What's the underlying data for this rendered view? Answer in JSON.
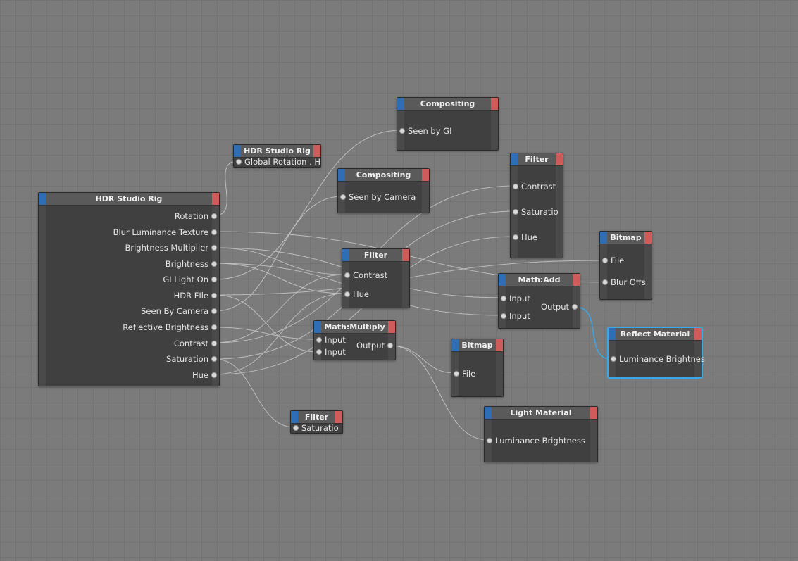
{
  "nodes": {
    "hdr_main": {
      "title": "HDR Studio Rig",
      "outputs": [
        "Rotation",
        "Blur Luminance Texture",
        "Brightness Multiplier",
        "Brightness",
        "GI Light On",
        "HDR FIle",
        "Seen By Camera",
        "Reflective Brightness",
        "Contrast",
        "Saturation",
        "Hue"
      ]
    },
    "hdr_small": {
      "title": "HDR Studio Rig",
      "inputs": [
        "Global Rotation . H"
      ]
    },
    "compositing_gi": {
      "title": "Compositing",
      "inputs": [
        "Seen by GI"
      ]
    },
    "compositing_cam": {
      "title": "Compositing",
      "inputs": [
        "Seen by Camera"
      ]
    },
    "filter_top": {
      "title": "Filter",
      "inputs": [
        "Contrast",
        "Saturatio",
        "Hue"
      ]
    },
    "filter_mid": {
      "title": "Filter",
      "inputs": [
        "Contrast",
        "Hue"
      ]
    },
    "bitmap_top": {
      "title": "Bitmap",
      "inputs": [
        "File",
        "Blur Offs"
      ]
    },
    "math_add": {
      "title": "Math:Add",
      "inputs": [
        "Input",
        "Input"
      ],
      "outputs": [
        "Output"
      ]
    },
    "math_multiply": {
      "title": "Math:Multiply",
      "inputs": [
        "Input",
        "Input"
      ],
      "outputs": [
        "Output"
      ]
    },
    "bitmap_bottom": {
      "title": "Bitmap",
      "inputs": [
        "File"
      ]
    },
    "reflect_material": {
      "title": "Reflect Material",
      "inputs": [
        "Luminance Brightnes"
      ]
    },
    "light_material": {
      "title": "Light Material",
      "inputs": [
        "Luminance Brightness"
      ]
    },
    "filter_small": {
      "title": "Filter",
      "inputs": [
        "Saturatio"
      ]
    }
  },
  "colors": {
    "port_in_cap": "#2f6eb4",
    "port_out_cap": "#cf5b5b",
    "wire": "#c8c8c8",
    "selected_wire": "#3aa7e6"
  }
}
